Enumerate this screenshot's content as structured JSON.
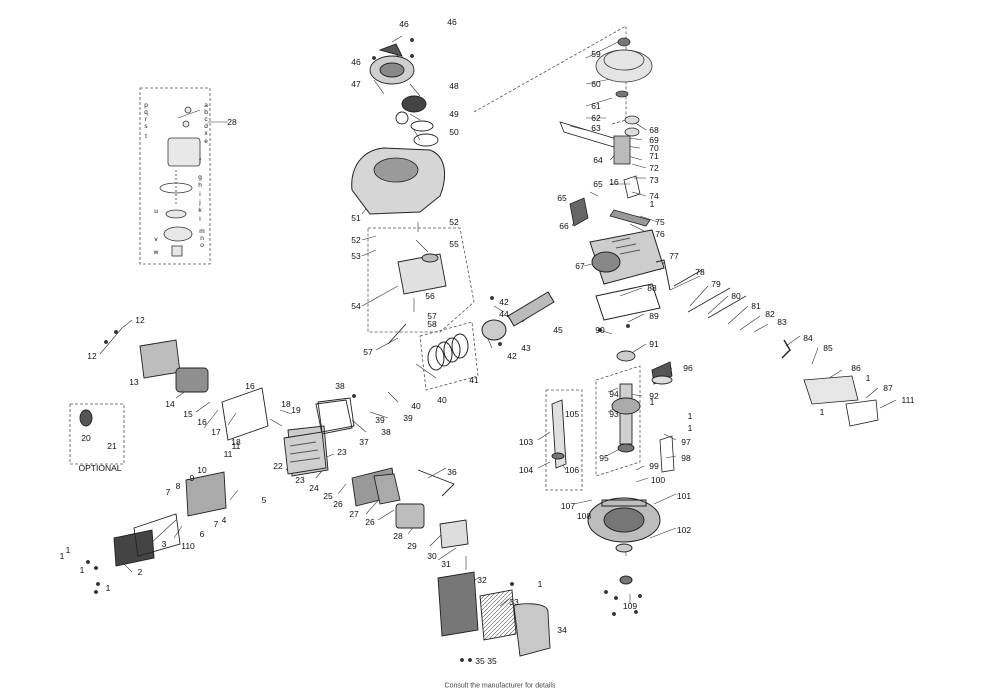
{
  "optional_label": "OPTIONAL",
  "footer_text": "Consult the manufacturer for details",
  "carb_labels": [
    "p",
    "q",
    "r",
    "s",
    "t",
    "a",
    "b",
    "c",
    "d",
    "x",
    "e",
    "f",
    "g",
    "h",
    "i",
    "j",
    "k",
    "l",
    "u",
    "m",
    "n",
    "o",
    "v",
    "w"
  ],
  "part_numbers": [
    "1",
    "2",
    "3",
    "4",
    "5",
    "6",
    "7",
    "8",
    "9",
    "10",
    "11",
    "12",
    "13",
    "14",
    "15",
    "16",
    "17",
    "18",
    "19",
    "20",
    "21",
    "22",
    "23",
    "24",
    "25",
    "26",
    "27",
    "28",
    "29",
    "30",
    "31",
    "32",
    "33",
    "34",
    "35",
    "36",
    "37",
    "38",
    "39",
    "40",
    "41",
    "42",
    "43",
    "44",
    "45",
    "46",
    "47",
    "48",
    "49",
    "50",
    "51",
    "52",
    "53",
    "54",
    "55",
    "56",
    "57",
    "58",
    "59",
    "60",
    "61",
    "62",
    "63",
    "64",
    "65",
    "66",
    "67",
    "68",
    "69",
    "70",
    "71",
    "72",
    "73",
    "74",
    "75",
    "76",
    "77",
    "78",
    "79",
    "80",
    "81",
    "82",
    "83",
    "84",
    "85",
    "86",
    "87",
    "88",
    "89",
    "90",
    "91",
    "92",
    "93",
    "94",
    "95",
    "96",
    "97",
    "98",
    "99",
    "100",
    "101",
    "102",
    "103",
    "104",
    "105",
    "106",
    "107",
    "108",
    "109",
    "110",
    "111"
  ]
}
